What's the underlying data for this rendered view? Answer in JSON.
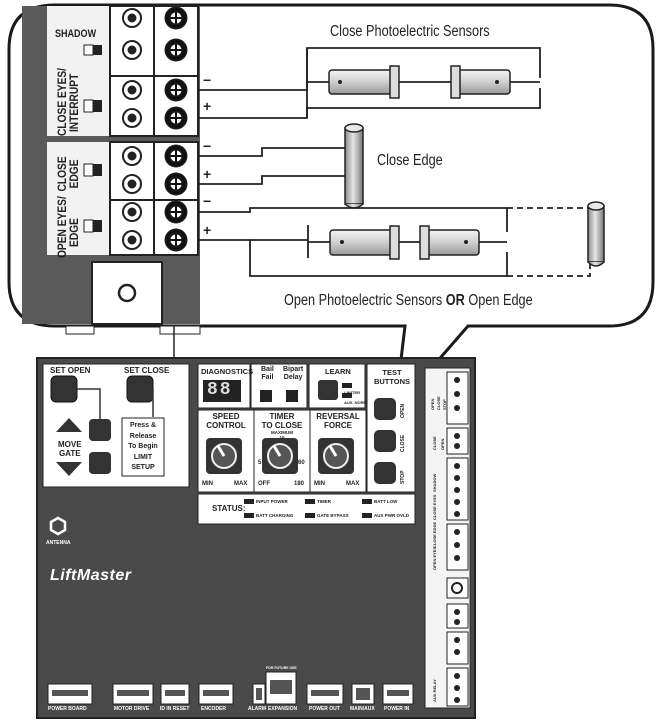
{
  "callout": {
    "close_photo_sensors": "Close Photoelectric Sensors",
    "close_edge": "Close Edge",
    "open_label_a": "Open Photoelectric Sensors ",
    "open_label_or": "OR",
    "open_label_b": " Open Edge",
    "shadow": "SHADOW",
    "close_eyes": [
      "CLOSE EYES/",
      "INTERRUPT"
    ],
    "close_edge_term": [
      "CLOSE",
      "EDGE"
    ],
    "open_eyes": [
      "OPEN EYES/",
      "EDGE"
    ],
    "minus": "−",
    "plus": "+"
  },
  "board": {
    "set_open": "SET OPEN",
    "set_close": "SET CLOSE",
    "move_gate": [
      "MOVE",
      "GATE"
    ],
    "press_release": [
      "Press &",
      "Release",
      "To Begin",
      "LIMIT",
      "SETUP"
    ],
    "diagnostics": "DIAGNOSTICS",
    "display": "88",
    "bail": [
      "Bail",
      "Fail"
    ],
    "bipart": [
      "Bipart",
      "Delay"
    ],
    "learn": "LEARN",
    "learn_opts": [
      "LIMITER",
      "AUX. NORM"
    ],
    "test_buttons": [
      "TEST",
      "BUTTONS"
    ],
    "test_open": "OPEN",
    "test_close": "CLOSE",
    "test_stop": "STOP",
    "speed_control": [
      "SPEED",
      "CONTROL"
    ],
    "timer_to_close": [
      "TIMER",
      "TO CLOSE"
    ],
    "timer_max": [
      "MAXIMUM",
      "10"
    ],
    "reversal_force": [
      "REVERSAL",
      "FORCE"
    ],
    "min": "MIN",
    "max": "MAX",
    "off": "OFF",
    "five": "5",
    "sixty": "60",
    "one_eighty": "180",
    "status": "STATUS:",
    "status_items": [
      "INPUT POWER",
      "TIMER",
      "BATT LOW",
      "BATT CHARGING",
      "GATE BYPASS",
      "AUX PWR OVLD"
    ],
    "antenna": "ANTENNA",
    "logo": "LiftMaster",
    "bottom_connectors": [
      "POWER BOARD",
      "MOTOR DRIVE",
      "ID IN RESET",
      "ENCODER",
      "ALARM",
      "EXPANSION",
      "POWER OUT",
      "MAIN/AUX",
      "POWER IN"
    ],
    "expansion_top": "FOR FUTURE USE",
    "right_terminals": [
      "OPEN",
      "CLOSE",
      "STOP",
      "CLOSE",
      "OPEN",
      "SHADOW",
      "CLOSE EYES",
      "CLOSE EDGE",
      "OPEN EYES",
      "AUX RELAY"
    ]
  },
  "colors": {
    "board": "#4a4a4a",
    "panel": "#ffffff",
    "ink": "#222222",
    "sensor_fill": "#dcdcdc"
  }
}
